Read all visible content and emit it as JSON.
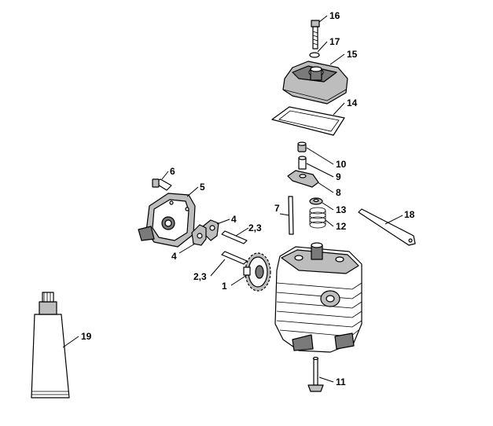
{
  "callouts": [
    {
      "id": "p1",
      "label": "1"
    },
    {
      "id": "p23a",
      "label": "2,3"
    },
    {
      "id": "p23b",
      "label": "2,3"
    },
    {
      "id": "p4a",
      "label": "4"
    },
    {
      "id": "p4b",
      "label": "4"
    },
    {
      "id": "p5",
      "label": "5"
    },
    {
      "id": "p6",
      "label": "6"
    },
    {
      "id": "p7",
      "label": "7"
    },
    {
      "id": "p8",
      "label": "8"
    },
    {
      "id": "p9",
      "label": "9"
    },
    {
      "id": "p10",
      "label": "10"
    },
    {
      "id": "p11",
      "label": "11"
    },
    {
      "id": "p12",
      "label": "12"
    },
    {
      "id": "p13",
      "label": "13"
    },
    {
      "id": "p14",
      "label": "14"
    },
    {
      "id": "p15",
      "label": "15"
    },
    {
      "id": "p16",
      "label": "16"
    },
    {
      "id": "p17",
      "label": "17"
    },
    {
      "id": "p18",
      "label": "18"
    },
    {
      "id": "p19",
      "label": "19"
    }
  ],
  "colors": {
    "ink": "#000000",
    "shade": "#bdbdbd",
    "dark": "#7a7a7a",
    "paper": "#ffffff"
  }
}
